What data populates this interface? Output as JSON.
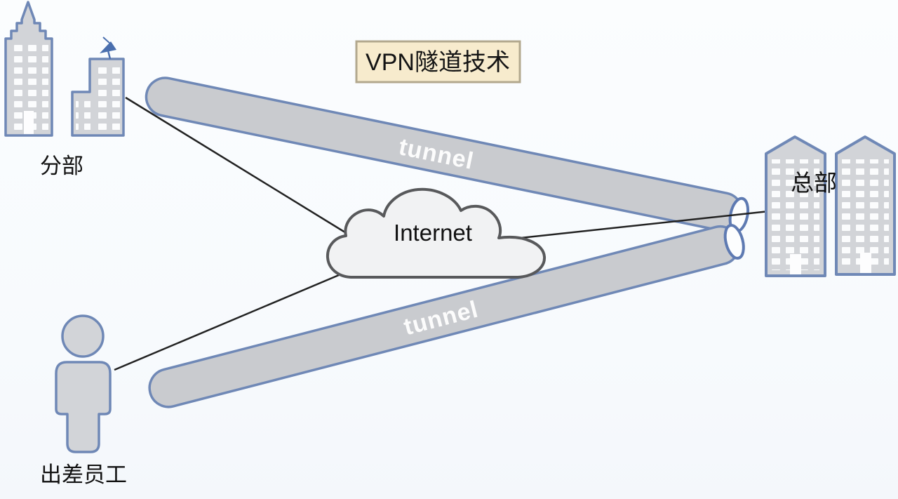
{
  "title": {
    "label": "VPN隧道技术"
  },
  "cloud": {
    "label": "Internet"
  },
  "nodes": {
    "branch": {
      "label": "分部",
      "type": "office-buildings"
    },
    "employee": {
      "label": "出差员工",
      "type": "person"
    },
    "headquarters": {
      "label": "总部",
      "type": "office-buildings"
    }
  },
  "tunnels": {
    "upper": {
      "label": "tunnel",
      "from": "分部",
      "to": "总部"
    },
    "lower": {
      "label": "tunnel",
      "from": "出差员工",
      "to": "总部"
    }
  },
  "connections": [
    {
      "from": "分部",
      "to": "Internet"
    },
    {
      "from": "出差员工",
      "to": "Internet"
    },
    {
      "from": "Internet",
      "to": "总部"
    }
  ],
  "colors": {
    "background": "#f8fafd",
    "building_fill": "#d2d4d8",
    "building_stroke": "#6f88b6",
    "window_fill": "#fbfcfd",
    "tunnel_fill": "#c9cbcf",
    "tunnel_stroke": "#6f88b6",
    "tunnel_opening_fill": "#fcfdfe",
    "tunnel_opening_stroke": "#5e7ab2",
    "cloud_fill": "#f1f2f3",
    "cloud_stroke": "#58595b",
    "title_fill": "#f7ebcd",
    "title_stroke": "#b2a88e",
    "line_color": "#222222",
    "label_color": "#111111",
    "tunnel_label_color": "#ffffff"
  }
}
